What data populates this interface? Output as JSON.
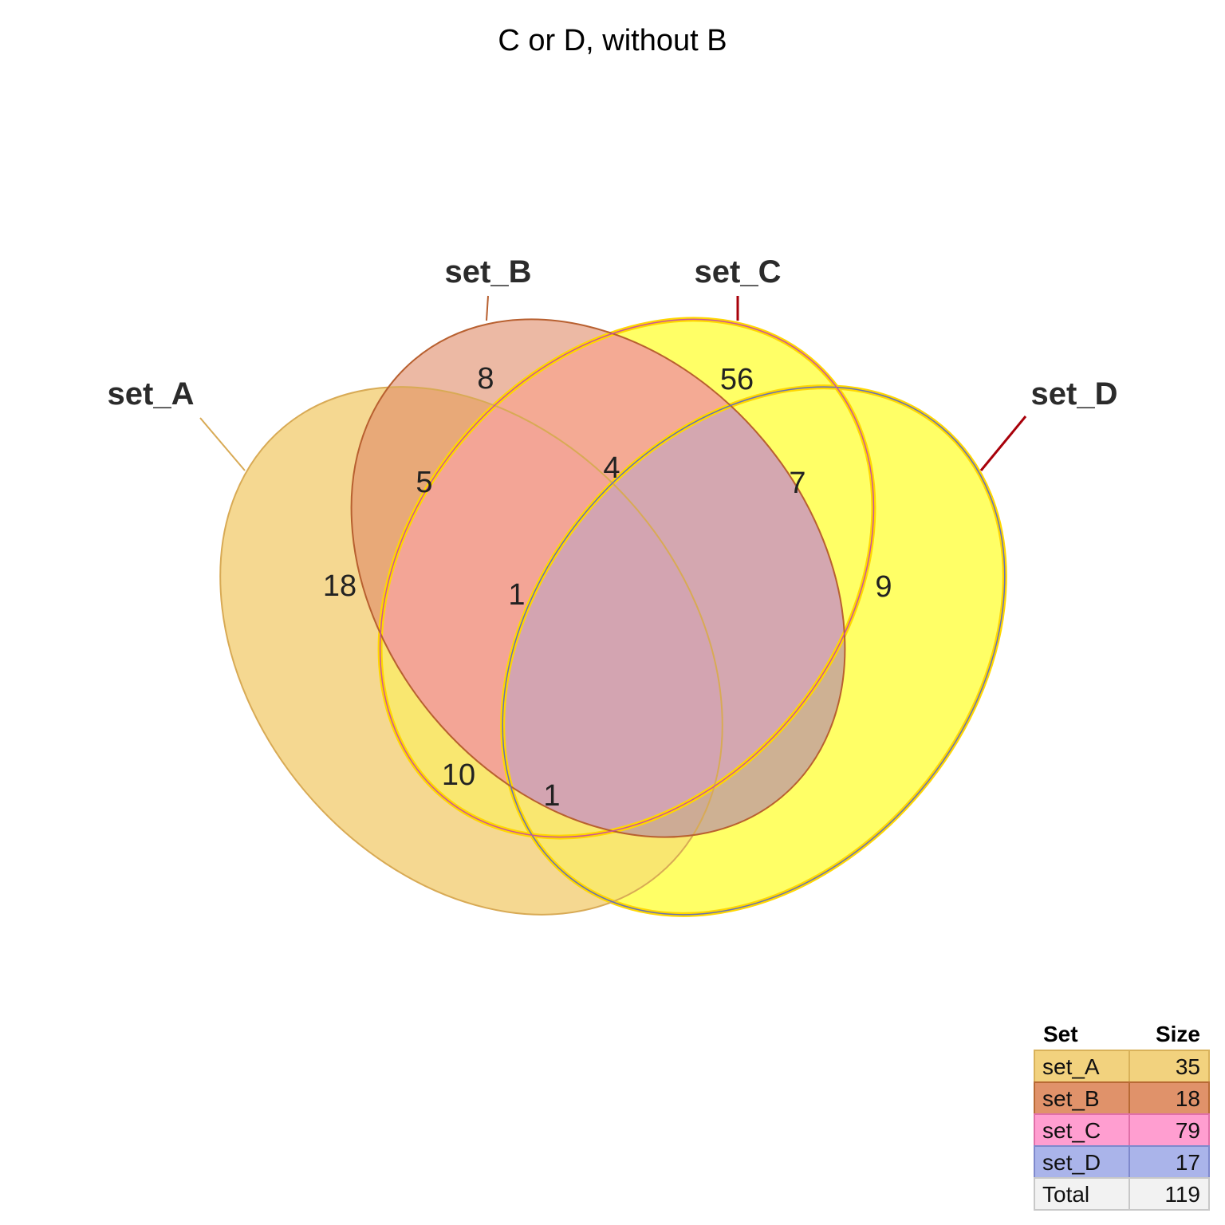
{
  "title": "C or D, without B",
  "sets": [
    {
      "key": "A",
      "name": "set_A",
      "size": 35,
      "fill": "#f3d07a",
      "stroke": "#d8aa55",
      "legend_fill": "#f2d27e",
      "legend_stroke": "#d9b25a",
      "highlighted": false
    },
    {
      "key": "B",
      "name": "set_B",
      "size": 18,
      "fill": "#df8a68",
      "stroke": "#b86030",
      "legend_fill": "#e0926a",
      "legend_stroke": "#b86a35",
      "highlighted": false
    },
    {
      "key": "C",
      "name": "set_C",
      "size": 79,
      "fill": "#ff99cc",
      "stroke": "#cc5599",
      "legend_fill": "#ff9ed0",
      "legend_stroke": "#e070a8",
      "highlighted": true
    },
    {
      "key": "D",
      "name": "set_D",
      "size": 17,
      "fill": "#99a3e6",
      "stroke": "#6670b8",
      "legend_fill": "#aab4ea",
      "legend_stroke": "#7f89cc",
      "highlighted": true
    }
  ],
  "highlight": {
    "fill": "#ffff66",
    "stroke": "#ffd700"
  },
  "regions": [
    {
      "sets": "A",
      "count": "18"
    },
    {
      "sets": "B",
      "count": "8"
    },
    {
      "sets": "C",
      "count": "56"
    },
    {
      "sets": "D",
      "count": "9"
    },
    {
      "sets": "AB",
      "count": "5"
    },
    {
      "sets": "BC",
      "count": "4"
    },
    {
      "sets": "CD",
      "count": "7"
    },
    {
      "sets": "ABC",
      "count": "1"
    },
    {
      "sets": "AD",
      "count": "10"
    },
    {
      "sets": "ACD",
      "count": "1"
    }
  ],
  "legend": {
    "header_set": "Set",
    "header_size": "Size",
    "total_label": "Total",
    "total_value": 119,
    "total_fill": "#f2f2f2",
    "total_stroke": "#c8c8c8"
  }
}
